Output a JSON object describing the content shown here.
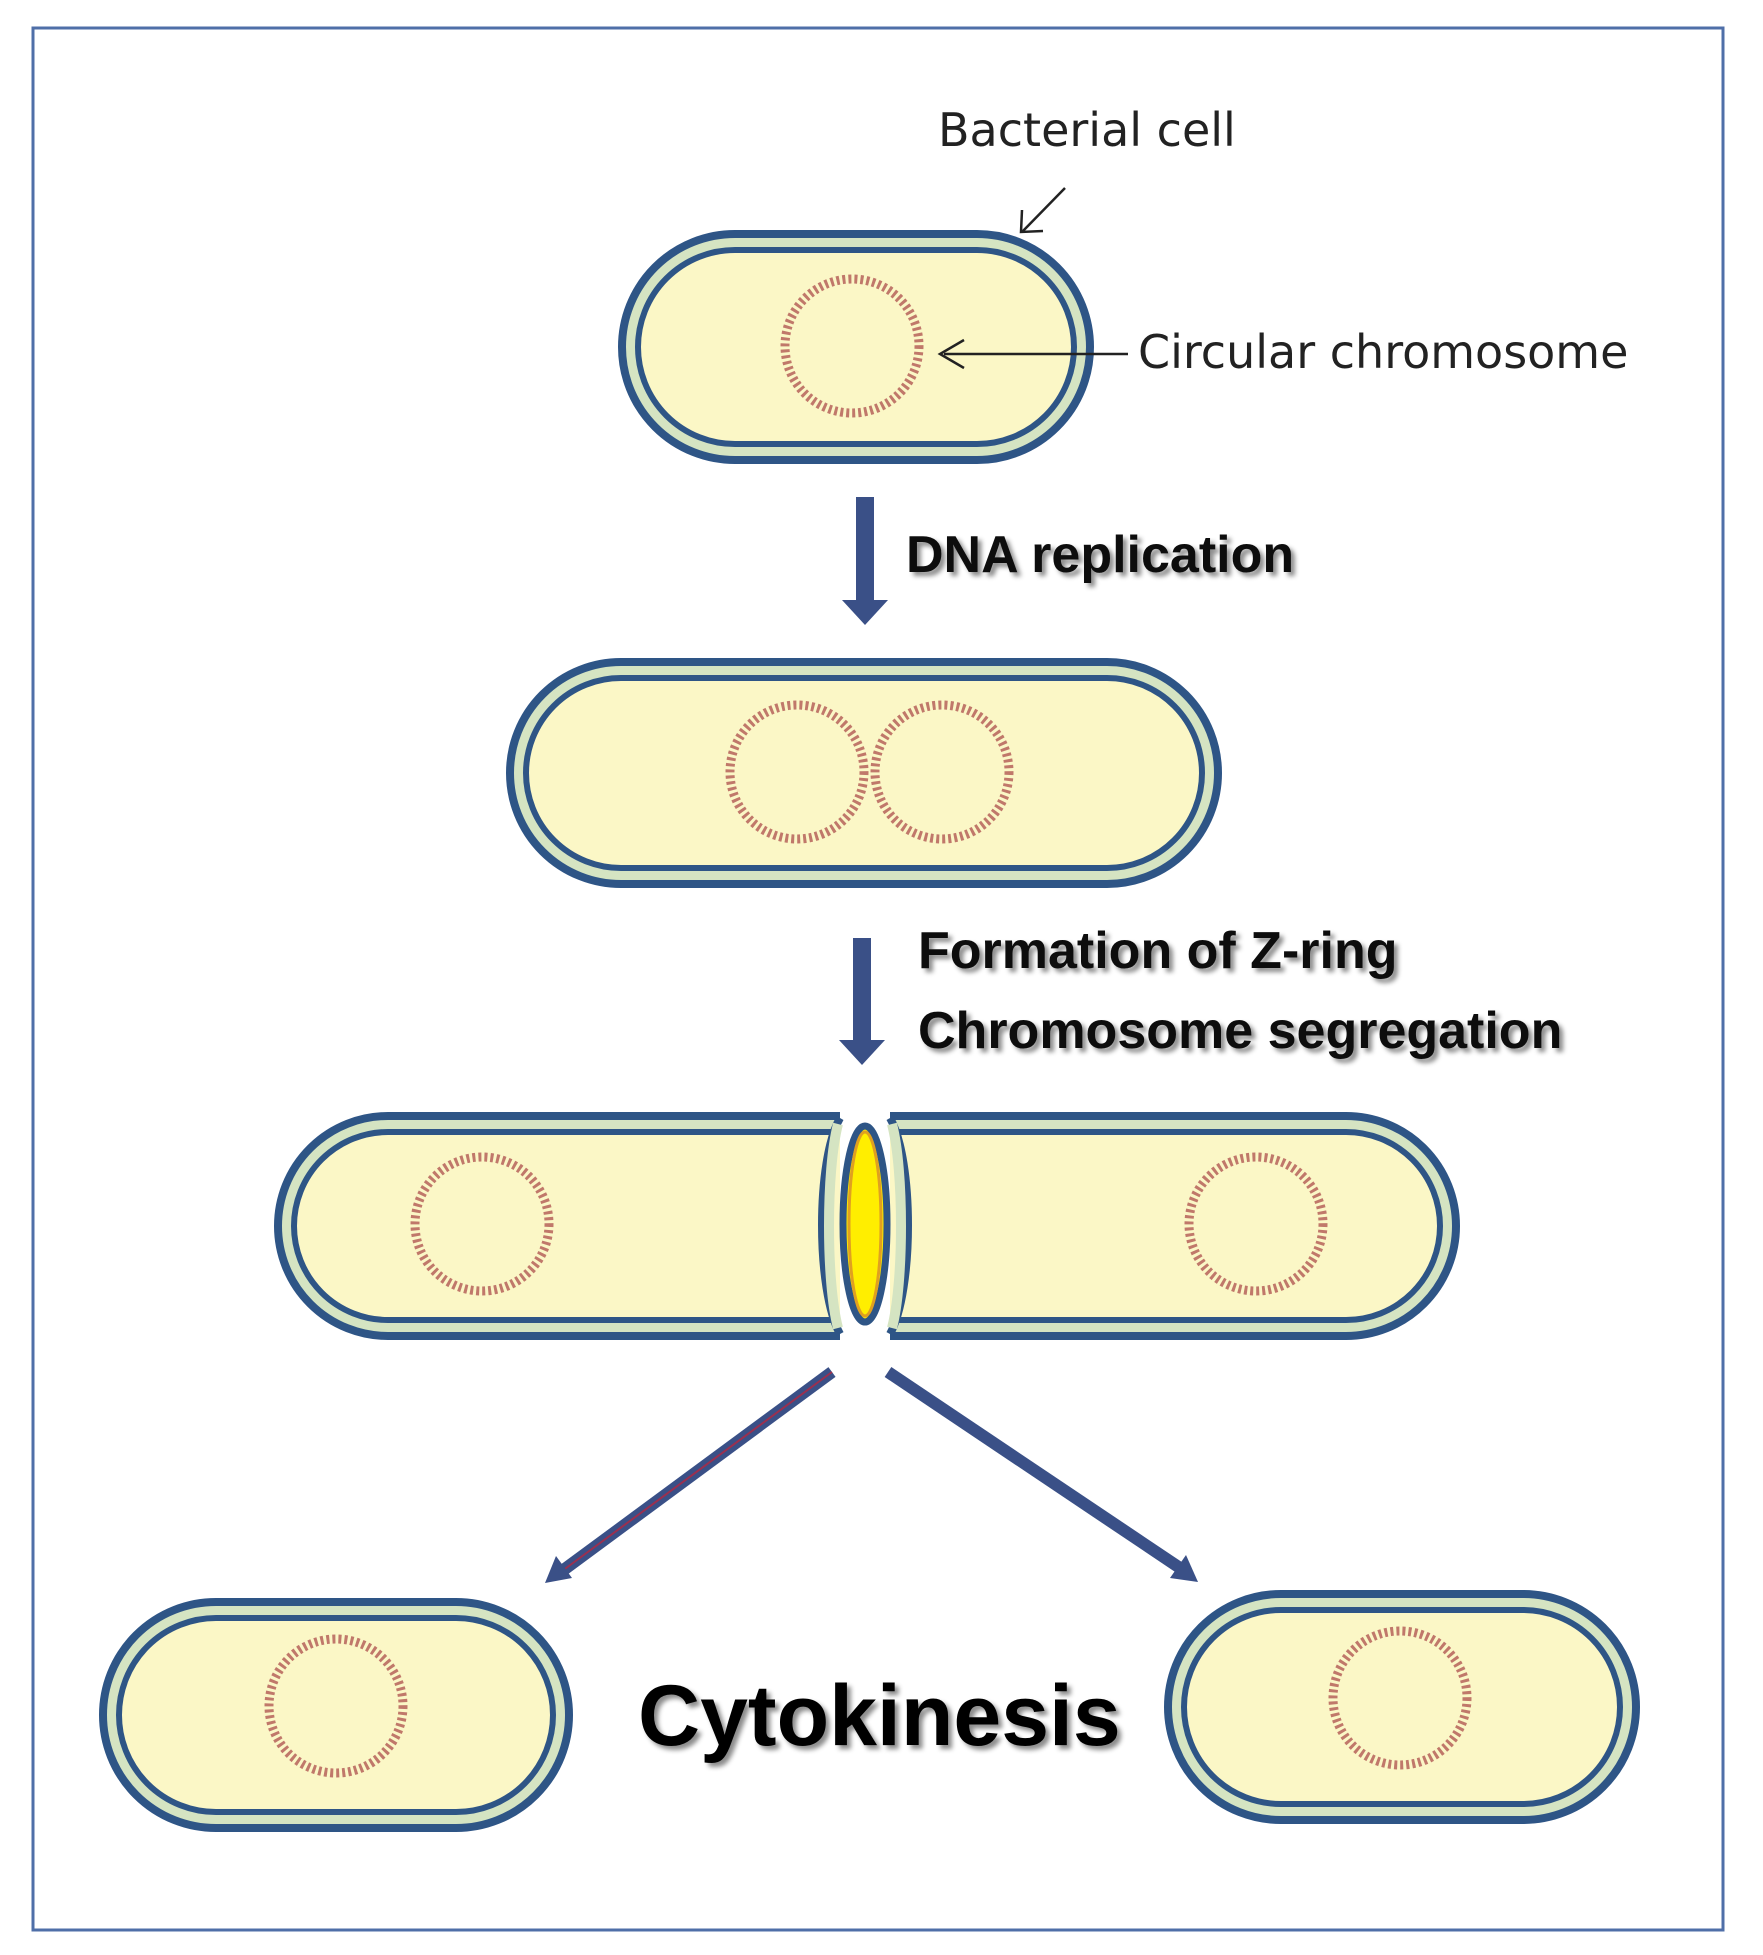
{
  "labels": {
    "bacterial_cell": "Bacterial cell",
    "circular_chromosome": "Circular chromosome",
    "dna_replication": "DNA replication",
    "formation_z_ring": "Formation  of Z-ring",
    "chromosome_segregation": "Chromosome  segregation",
    "cytokinesis": "Cytokinesis"
  },
  "colors": {
    "frame": "#4f6fa8",
    "cell_wall": "#2e5586",
    "wall_layer": "#d5e4c2",
    "cytoplasm": "#fbf7c6",
    "chromosome": "#c0786a",
    "arrow": "#3a5087",
    "z_ring": "#ffee00",
    "z_ring_edge": "#e0a020"
  }
}
